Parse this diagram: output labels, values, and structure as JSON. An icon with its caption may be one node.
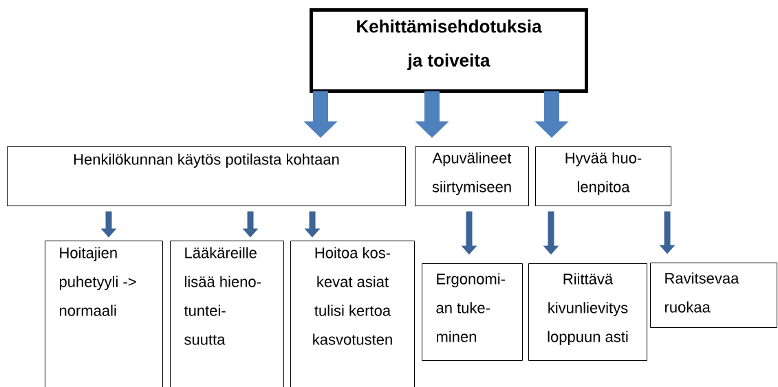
{
  "diagram": {
    "nodes": [
      {
        "text": [
          "Kehittämisehdotuksia ja toiveita"
        ]
      },
      {
        "text": [
          "Henkilökunnan käytös potilasta kohtaan"
        ]
      },
      {
        "text": [
          "Apuvälineet siirtymiseen"
        ]
      },
      {
        "text": [
          "Hyvää huo- lenpitoa"
        ]
      },
      {
        "text": [
          "Hoitajien puhetyyli -> normaali"
        ]
      },
      {
        "text": [
          "Lääkäreille lisää hieno- tuntei- suutta"
        ]
      },
      {
        "text": [
          "Hoitoa kos- kevat asiat tulisi kertoa kasvotusten"
        ]
      },
      {
        "text": [
          "Ergonomi- an tuke- minen"
        ]
      },
      {
        "text": [
          "Riittävä kivunlievitys loppuun asti"
        ]
      },
      {
        "text": [
          "Ravitsevaa ruokaa"
        ]
      }
    ],
    "edges": [
      {
        "from": 0,
        "to": 1,
        "arrow": "to",
        "style": "thick",
        "color": "#4f81bd"
      },
      {
        "from": 0,
        "to": 2,
        "arrow": "to",
        "style": "thick",
        "color": "#4f81bd"
      },
      {
        "from": 0,
        "to": 3,
        "arrow": "to",
        "style": "thick",
        "color": "#4f81bd"
      },
      {
        "from": 1,
        "to": 4,
        "arrow": "to"
      },
      {
        "from": 1,
        "to": 5,
        "arrow": "to"
      },
      {
        "from": 1,
        "to": 6,
        "arrow": "to"
      },
      {
        "from": 2,
        "to": 7,
        "arrow": "to"
      },
      {
        "from": 3,
        "to": 8,
        "arrow": "to"
      },
      {
        "from": 3,
        "to": 9,
        "arrow": "to"
      }
    ]
  }
}
